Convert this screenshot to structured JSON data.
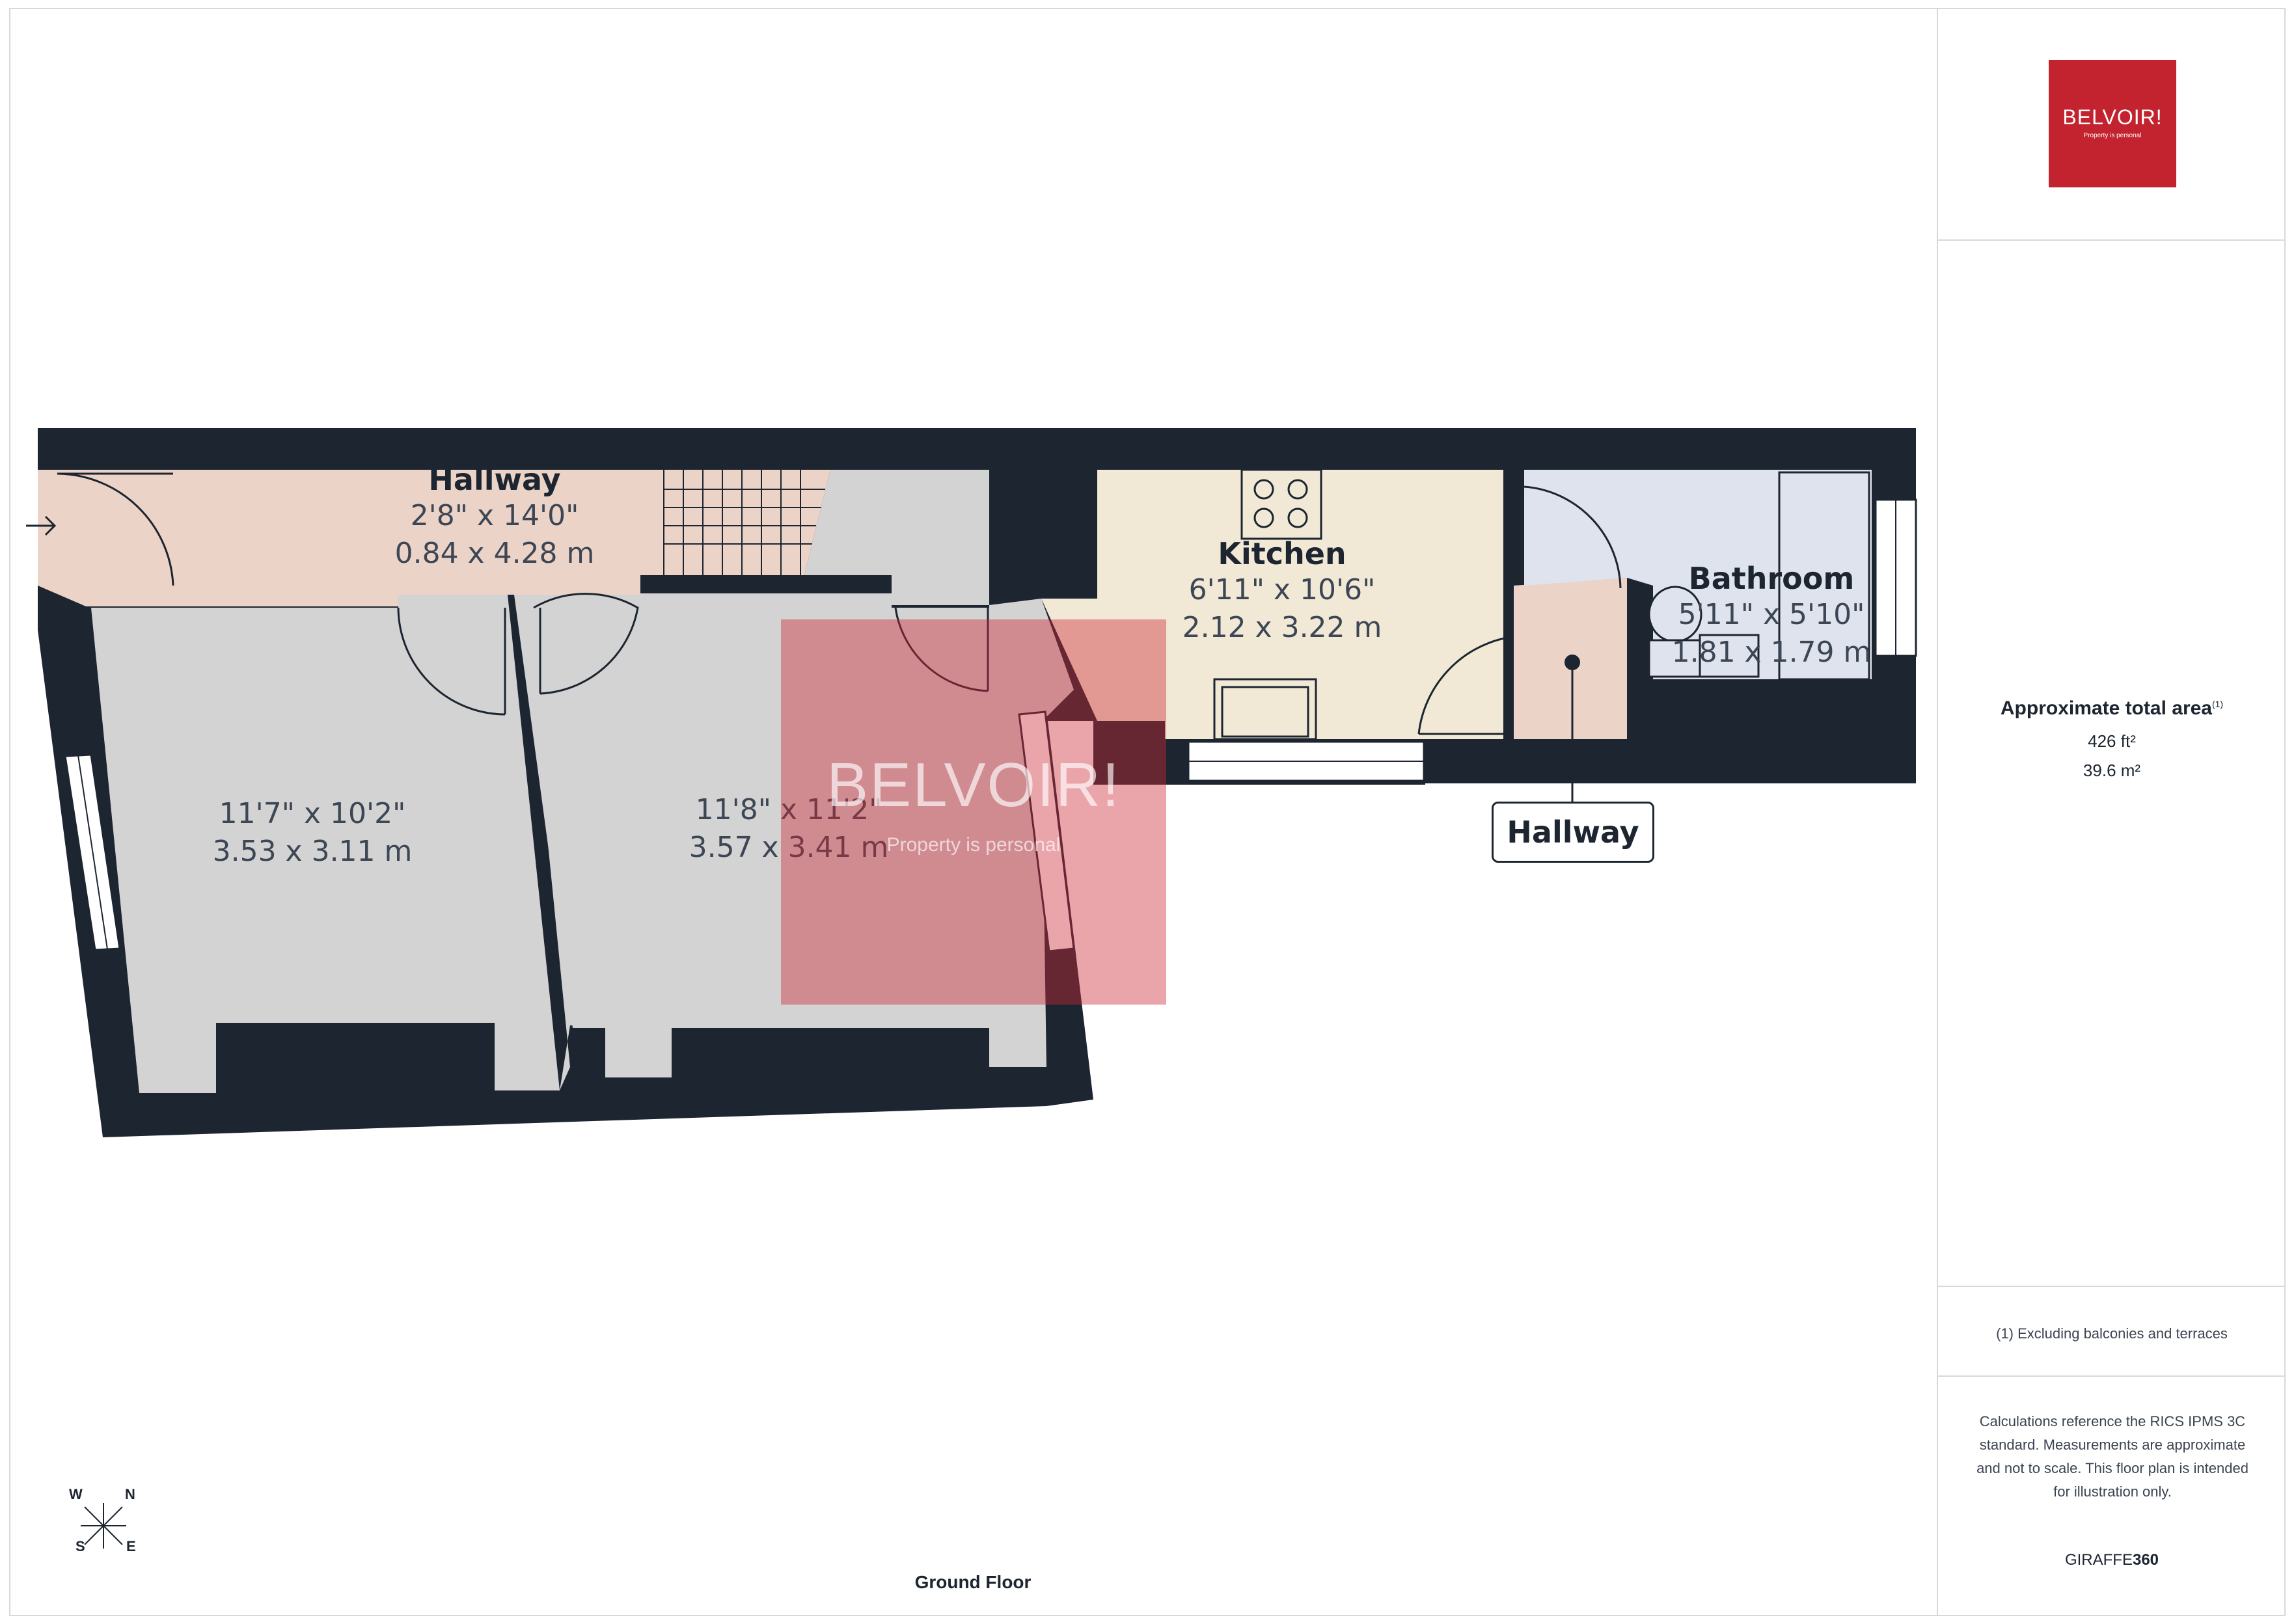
{
  "brand": {
    "logo_name": "BELVOIR!",
    "logo_tagline": "Property is personal",
    "logo_color": "#c3232f"
  },
  "sidebar": {
    "area_title": "Approximate total area",
    "area_footnote_marker": "(1)",
    "area_sqft": "426 ft²",
    "area_sqm": "39.6 m²",
    "footnote": "(1) Excluding balconies and terraces",
    "disclaimer": "Calculations reference the RICS IPMS 3C standard. Measurements are approximate and not to scale. This floor plan is intended for illustration only.",
    "credit_prefix": "GIRAFFE",
    "credit_suffix": "360"
  },
  "plan": {
    "floor_label": "Ground Floor",
    "wall_color": "#1c2530",
    "rooms": [
      {
        "id": "hallway-main",
        "name": "Hallway",
        "imperial": "2'8\" x 14'0\"",
        "metric": "0.84 x 4.28 m",
        "fill": "#ecd3c8"
      },
      {
        "id": "room-left",
        "name": "",
        "imperial": "11'7\" x 10'2\"",
        "metric": "3.53 x 3.11 m",
        "fill": "#d3d3d3"
      },
      {
        "id": "room-middle",
        "name": "",
        "imperial": "11'8\" x 11'2\"",
        "metric": "3.57 x 3.41 m",
        "fill": "#d3d3d3"
      },
      {
        "id": "kitchen",
        "name": "Kitchen",
        "imperial": "6'11\" x 10'6\"",
        "metric": "2.12 x 3.22 m",
        "fill": "#f1e8d6"
      },
      {
        "id": "bathroom",
        "name": "Bathroom",
        "imperial": "5'11\" x 5'10\"",
        "metric": "1.81 x 1.79 m",
        "fill": "#dfe3ee"
      }
    ],
    "callout_label": "Hallway",
    "compass": {
      "w": "W",
      "n": "N",
      "s": "S",
      "e": "E"
    }
  },
  "watermark": {
    "name": "BELVOIR!",
    "tagline": "Property is personal"
  }
}
